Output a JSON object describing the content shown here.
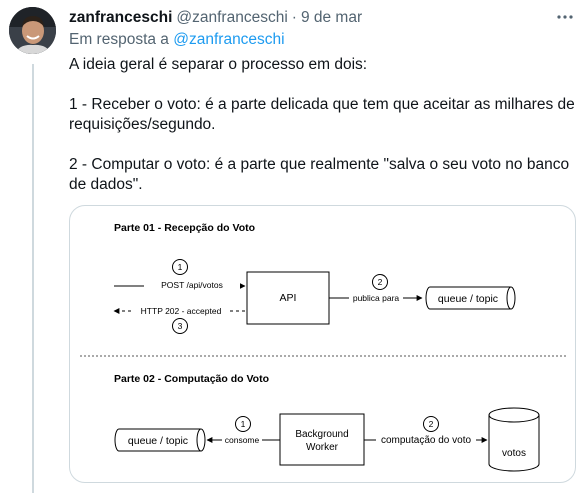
{
  "tweet": {
    "author_name": "zanfranceschi",
    "author_handle": "@zanfranceschi",
    "separator": "·",
    "date": "9 de mar",
    "reply_prefix": "Em resposta a",
    "reply_to": "@zanfranceschi",
    "paragraphs": [
      "A ideia geral é separar o processo em dois:",
      "1 - Receber o voto: é a parte delicada que tem que aceitar as milhares de requisições/segundo.",
      "2 - Computar o voto: é a parte que realmente \"salva o seu voto no banco de dados\"."
    ],
    "more_icon": "more-horizontal-icon"
  },
  "diagram": {
    "part1": {
      "title": "Parte 01 - Recepção do Voto",
      "request_label": "POST /api/votos",
      "request_step": "1",
      "response_label": "HTTP 202 - accepted",
      "response_step": "3",
      "api_label": "API",
      "publish_label": "publica para",
      "publish_step": "2",
      "queue_label": "queue / topic"
    },
    "part2": {
      "title": "Parte 02 - Computação do Voto",
      "queue_label": "queue / topic",
      "consume_label": "consome",
      "consume_step": "1",
      "worker_label_line1": "Background",
      "worker_label_line2": "Worker",
      "compute_label": "computação do voto",
      "compute_step": "2",
      "db_label": "votos"
    }
  }
}
